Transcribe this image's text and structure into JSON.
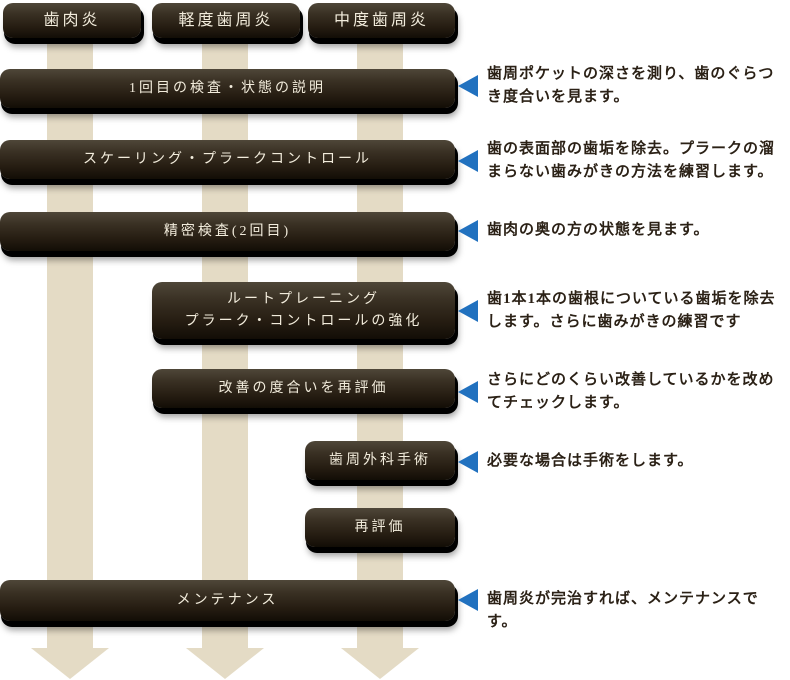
{
  "palette": {
    "box_dark_top": "#4f4739",
    "box_dark_bottom": "#120d06",
    "box_text": "#f2ecdc",
    "arrow_beige": "#e4dbc5",
    "pointer_blue": "#2171bf",
    "note_text": "#2b2116",
    "background": "#ffffff"
  },
  "icons": {
    "pointer": "left-triangle",
    "flow": "down-arrow"
  },
  "flow": {
    "columns": [
      {
        "label": "歯肉炎"
      },
      {
        "label": "軽度歯周炎"
      },
      {
        "label": "中度歯周炎"
      }
    ],
    "steps": [
      {
        "label": "1回目の検査・状態の説明",
        "note": "歯周ポケットの深さを測り、歯のぐらつ\nき度合いを見ます。"
      },
      {
        "label": "スケーリング・プラークコントロール",
        "note": "歯の表面部の歯垢を除去。プラークの溜\nまらない歯みがきの方法を練習します。"
      },
      {
        "label": "精密検査(2回目)",
        "note": "歯肉の奥の方の状態を見ます。"
      },
      {
        "label": "ルートプレーニング\nプラーク・コントロールの強化",
        "note": "歯1本1本の歯根についている歯垢を除去\nします。さらに歯みがきの練習です"
      },
      {
        "label": "改善の度合いを再評価",
        "note": "さらにどのくらい改善しているかを改め\nてチェックします。"
      },
      {
        "label": "歯周外科手術",
        "note": "必要な場合は手術をします。"
      },
      {
        "label": "再評価",
        "note": ""
      },
      {
        "label": "メンテナンス",
        "note": "歯周炎が完治すれば、メンテナンスです。"
      }
    ]
  }
}
